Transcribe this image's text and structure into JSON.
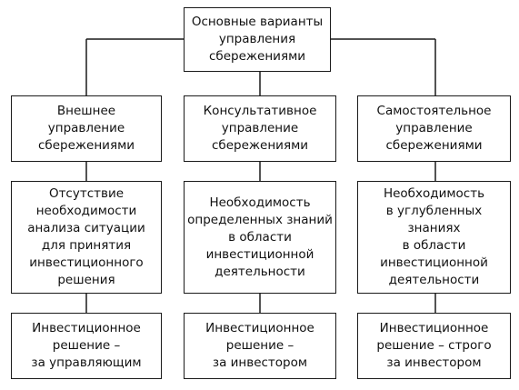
{
  "root": {
    "text": "Основные варианты\nуправления\nсбережениями"
  },
  "columns": [
    {
      "type": "Внешнее\nуправление\nсбережениями",
      "requirement": "Отсутствие\nнеобходимости\nанализа ситуации\nдля принятия\nинвестиционного\nрешения",
      "decision": "Инвестиционное\nрешение –\nза управляющим"
    },
    {
      "type": "Консультативное\nуправление\nсбережениями",
      "requirement": "Необходимость\nопределенных знаний\nв области\nинвестиционной\nдеятельности",
      "decision": "Инвестиционное\nрешение –\nза инвестором"
    },
    {
      "type": "Самостоятельное\nуправление\nсбережениями",
      "requirement": "Необходимость\nв углубленных знаниях\nв области\nинвестиционной\nдеятельности",
      "decision": "Инвестиционное\nрешение – строго\nза инвестором"
    }
  ]
}
